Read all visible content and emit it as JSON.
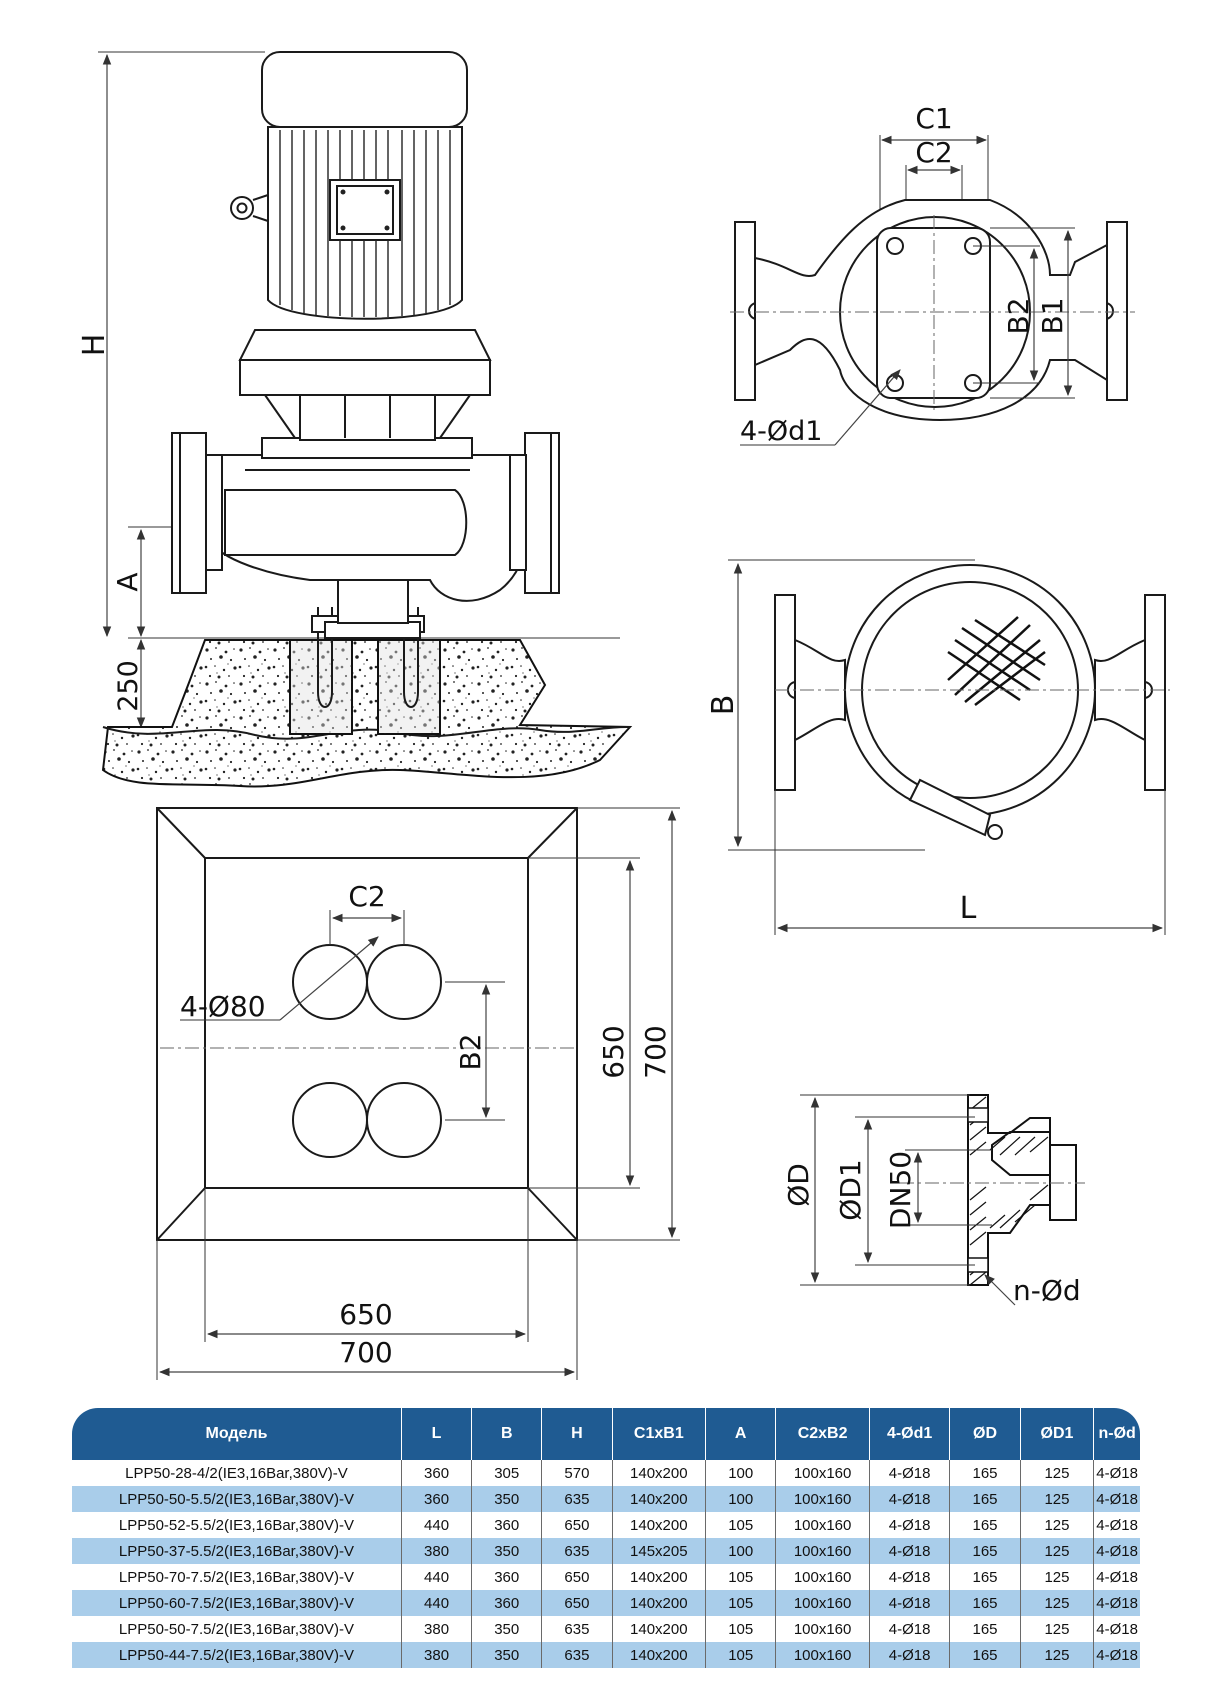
{
  "drawing": {
    "labels": {
      "H": "H",
      "A": "A",
      "base_height": "250",
      "C1": "C1",
      "C2_top": "C2",
      "B2_top": "B2",
      "B1": "B1",
      "holes_top": "4-Ød1",
      "B": "B",
      "L": "L",
      "C2_base": "C2",
      "holes_base": "4-Ø80",
      "B2_base": "B2",
      "base_inner_v": "650",
      "base_outer_v": "700",
      "base_inner_h": "650",
      "base_outer_h": "700",
      "OD": "ØD",
      "OD1": "ØD1",
      "DN": "DN50",
      "bolt_holes": "n-Ød"
    }
  },
  "table": {
    "headers": [
      "Модель",
      "L",
      "B",
      "H",
      "C1xB1",
      "A",
      "C2xB2",
      "4-Ød1",
      "ØD",
      "ØD1",
      "n-Ød"
    ],
    "rows": [
      [
        "LPP50-28-4/2(IE3,16Bar,380V)-V",
        "360",
        "305",
        "570",
        "140x200",
        "100",
        "100x160",
        "4-Ø18",
        "165",
        "125",
        "4-Ø18"
      ],
      [
        "LPP50-50-5.5/2(IE3,16Bar,380V)-V",
        "360",
        "350",
        "635",
        "140x200",
        "100",
        "100x160",
        "4-Ø18",
        "165",
        "125",
        "4-Ø18"
      ],
      [
        "LPP50-52-5.5/2(IE3,16Bar,380V)-V",
        "440",
        "360",
        "650",
        "140x200",
        "105",
        "100x160",
        "4-Ø18",
        "165",
        "125",
        "4-Ø18"
      ],
      [
        "LPP50-37-5.5/2(IE3,16Bar,380V)-V",
        "380",
        "350",
        "635",
        "145x205",
        "100",
        "100x160",
        "4-Ø18",
        "165",
        "125",
        "4-Ø18"
      ],
      [
        "LPP50-70-7.5/2(IE3,16Bar,380V)-V",
        "440",
        "360",
        "650",
        "140x200",
        "105",
        "100x160",
        "4-Ø18",
        "165",
        "125",
        "4-Ø18"
      ],
      [
        "LPP50-60-7.5/2(IE3,16Bar,380V)-V",
        "440",
        "360",
        "650",
        "140x200",
        "105",
        "100x160",
        "4-Ø18",
        "165",
        "125",
        "4-Ø18"
      ],
      [
        "LPP50-50-7.5/2(IE3,16Bar,380V)-V",
        "380",
        "350",
        "635",
        "140x200",
        "105",
        "100x160",
        "4-Ø18",
        "165",
        "125",
        "4-Ø18"
      ],
      [
        "LPP50-44-7.5/2(IE3,16Bar,380V)-V",
        "380",
        "350",
        "635",
        "140x200",
        "105",
        "100x160",
        "4-Ø18",
        "165",
        "125",
        "4-Ø18"
      ]
    ]
  }
}
